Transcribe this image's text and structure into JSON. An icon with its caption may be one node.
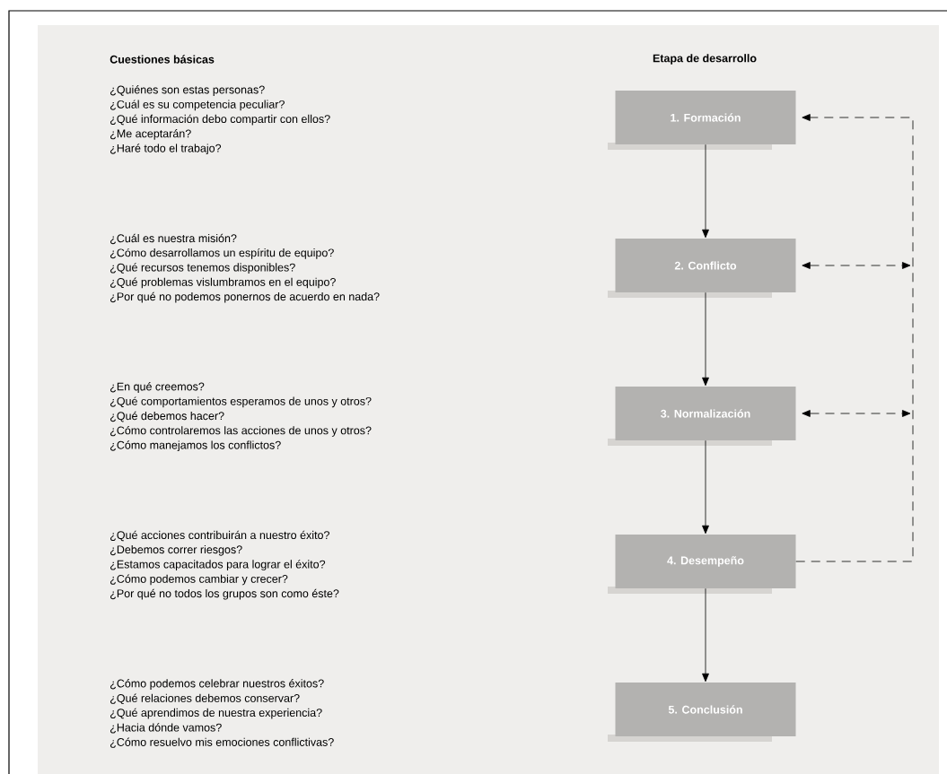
{
  "diagram": {
    "nodes": [
      {
        "text": [
          "1. Formación"
        ]
      },
      {
        "text": [
          "2. Conflicto"
        ]
      },
      {
        "text": [
          "3. Normalización"
        ]
      },
      {
        "text": [
          "4. Desempeño"
        ]
      },
      {
        "text": [
          "5. Conclusión"
        ]
      }
    ],
    "edges": [
      {
        "from": 0,
        "to": 1,
        "arrow": "to"
      },
      {
        "from": 1,
        "to": 2,
        "arrow": "to"
      },
      {
        "from": 2,
        "to": 3,
        "arrow": "to"
      },
      {
        "from": 3,
        "to": 4,
        "arrow": "to"
      },
      {
        "from": 1,
        "to": null,
        "arrow": "both",
        "style": "dashed"
      },
      {
        "from": 2,
        "to": null,
        "arrow": "both",
        "style": "dashed"
      },
      {
        "from": 3,
        "to": 0,
        "arrow": "to",
        "style": "dashed"
      }
    ],
    "labels": [
      "Cuestiones básicas",
      "Etapa de desarrollo",
      "¿Quiénes son estas personas?",
      "¿Cuál es su competencia peculiar?",
      "¿Qué información debo compartir con ellos?",
      "¿Me aceptarán?",
      "¿Haré todo el trabajo?",
      "¿Cuál es nuestra misión?",
      "¿Cómo desarrollamos un espíritu de equipo?",
      "¿Qué recursos tenemos disponibles?",
      "¿Qué problemas vislumbramos en el equipo?",
      "¿Por qué no podemos ponernos de acuerdo en nada?",
      "¿En qué creemos?",
      "¿Qué comportamientos esperamos de unos y otros?",
      "¿Qué debemos hacer?",
      "¿Cómo controlaremos las acciones de unos y otros?",
      "¿Cómo manejamos los conflictos?",
      "¿Qué acciones contribuirán a nuestro éxito?",
      "¿Debemos correr riesgos?",
      "¿Estamos capacitados para lograr el éxito?",
      "¿Cómo podemos cambiar y crecer?",
      "¿Por qué no todos los grupos son como éste?",
      "¿Cómo podemos celebrar nuestros éxitos?",
      "¿Qué relaciones debemos conservar?",
      "¿Qué aprendimos de nuestra experiencia?",
      "¿Hacia dónde vamos?",
      "¿Cómo resuelvo mis emociones conflictivas?"
    ]
  }
}
